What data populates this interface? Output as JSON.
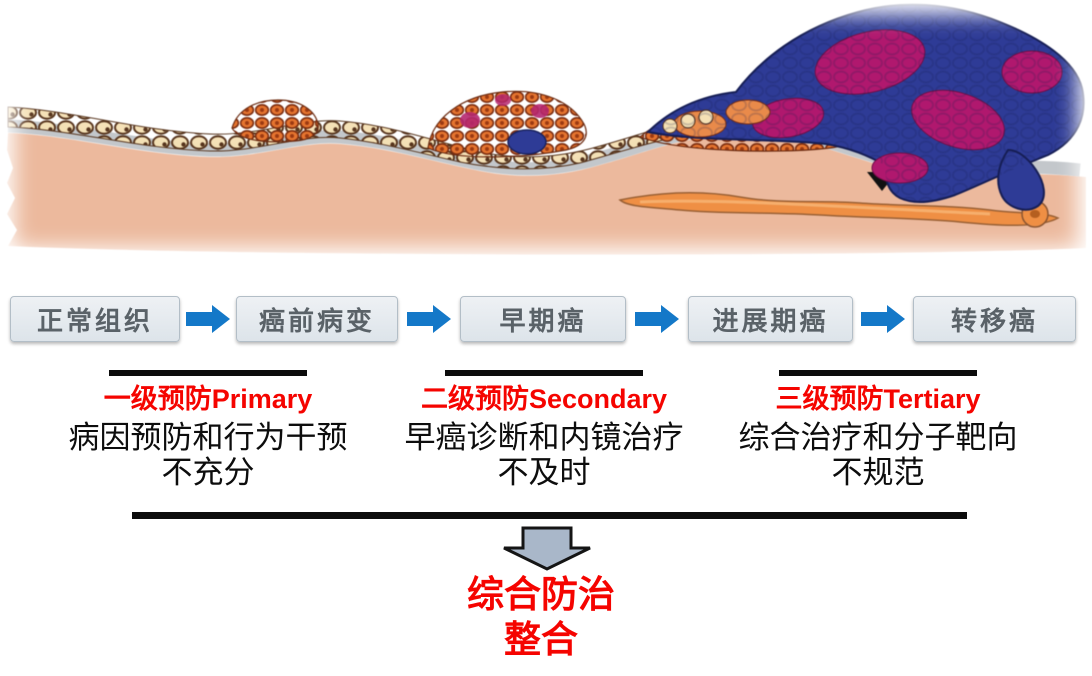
{
  "stages": [
    {
      "label": "正常组织"
    },
    {
      "label": "癌前病变"
    },
    {
      "label": "早期癌"
    },
    {
      "label": "进展期癌"
    },
    {
      "label": "转移癌"
    }
  ],
  "prevention_levels": [
    {
      "title": "一级预防Primary",
      "desc_line1": "病因预防和行为干预",
      "desc_line2": "不充分"
    },
    {
      "title": "二级预防Secondary",
      "desc_line1": "早癌诊断和内镜治疗",
      "desc_line2": "不及时"
    },
    {
      "title": "三级预防Tertiary",
      "desc_line1": "综合治疗和分子靶向",
      "desc_line2": "不规范"
    }
  ],
  "conclusion": {
    "line1": "综合防治",
    "line2": "整合"
  },
  "icons": {
    "flow_arrow": "right-arrow",
    "summary_arrow": "down-arrow",
    "invasion_marker": "small-black-down-arrow"
  },
  "colors": {
    "title_red": "#f50400",
    "text_black": "#0d0d0d",
    "flow_arrow_blue": "#1478c8",
    "stage_box_bg": "#e7ecf0",
    "stage_box_border": "#b3bec7",
    "stage_box_text": "#5a6268",
    "down_arrow_fill": "#a9b7c9",
    "tissue_submucosa": "#ecb99d",
    "tissue_membrane": "#c3c7cb",
    "tissue_cream_cell": "#f5e1b5",
    "tissue_orange_cell": "#e5742f",
    "tissue_magenta": "#b0186e",
    "tissue_tumor_blue": "#2e3b96",
    "tissue_vessel": "#ef8f44"
  }
}
